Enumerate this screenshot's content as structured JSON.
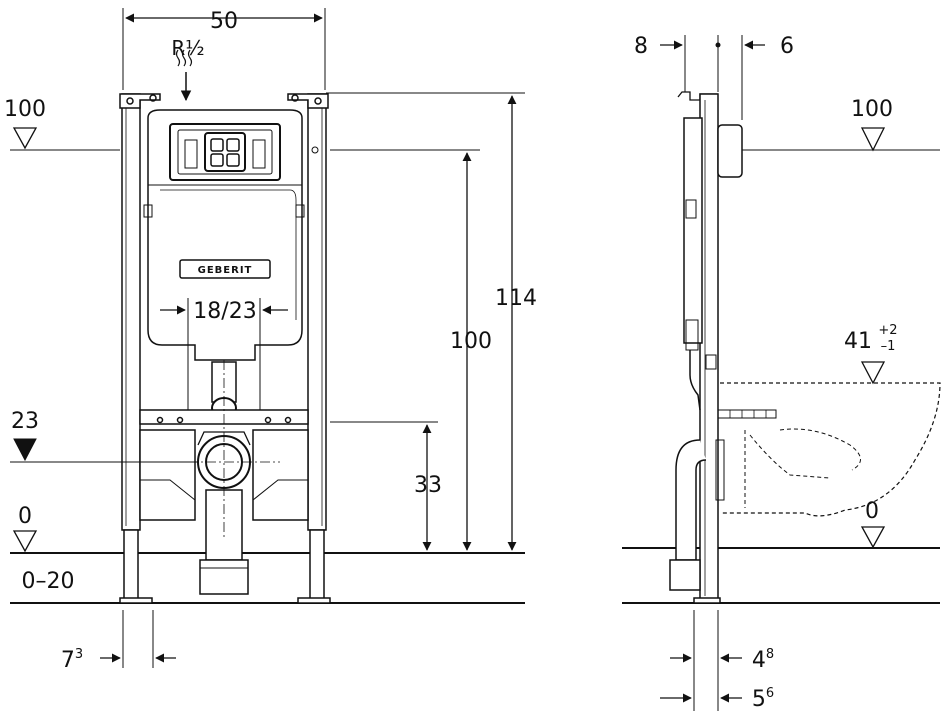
{
  "front_view": {
    "width_label": "50",
    "thread_label": "R½",
    "level_top_label": "100",
    "level_mid_label": "23",
    "level_zero_label": "0",
    "floor_range_label": "0–20",
    "foot_offset_label": "7",
    "foot_offset_sup": "3",
    "height_total_label": "114",
    "height_inner_label": "100",
    "height_low_label": "33",
    "flush_spacing_label": "18/23",
    "brand_text": "GEBERIT"
  },
  "side_view": {
    "left_offset_label": "8",
    "right_offset_label": "6",
    "level_top_label": "100",
    "bowl_height_label": "41",
    "bowl_tol_plus": "+2",
    "bowl_tol_minus": "–1",
    "level_zero_label": "0",
    "bottom_offset1_label": "4",
    "bottom_offset1_sup": "8",
    "bottom_offset2_label": "5",
    "bottom_offset2_sup": "6"
  }
}
